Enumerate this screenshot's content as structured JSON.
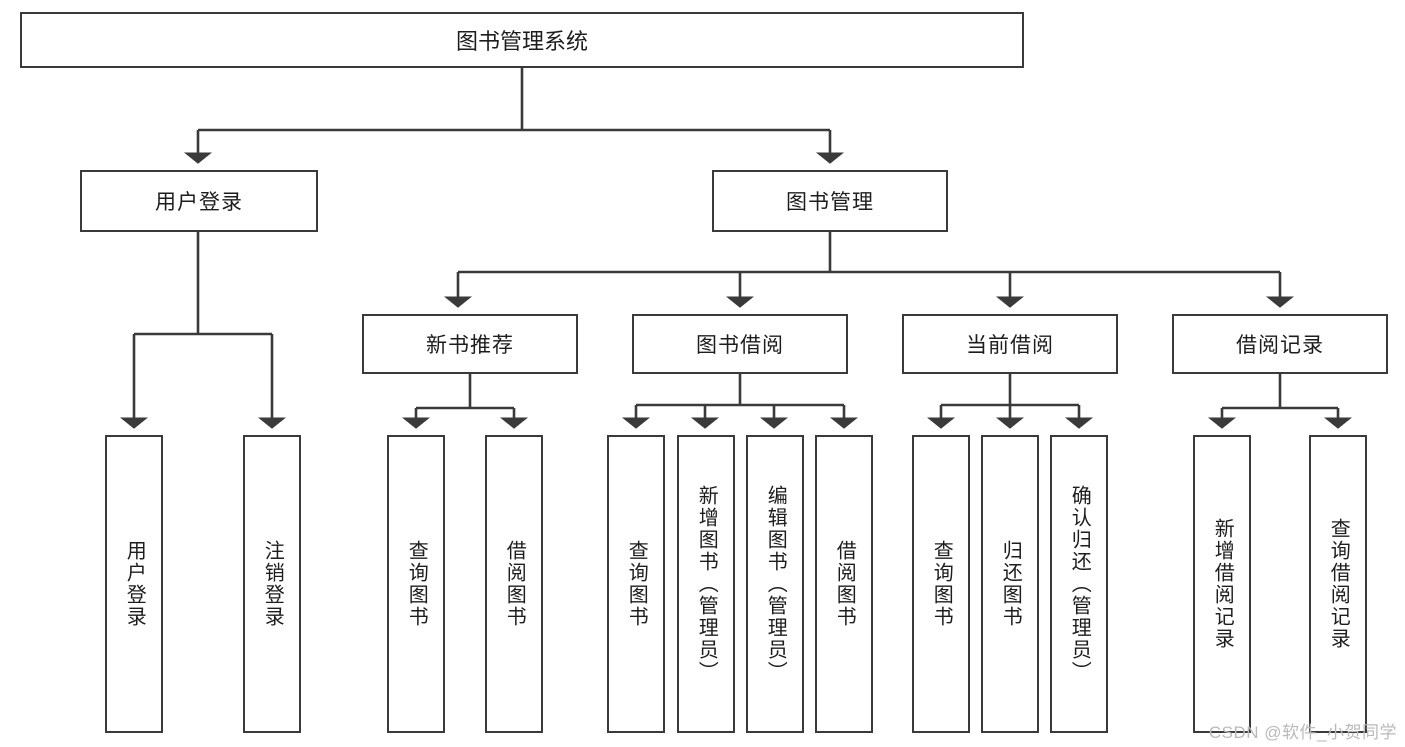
{
  "diagram": {
    "type": "tree-hierarchy",
    "title": "图书管理系统",
    "orientation": "top-down",
    "watermark": "CSDN @软件_小贺同学",
    "colors": {
      "node_border": "#3a3a3a",
      "node_fill": "#ffffff",
      "connector": "#3a3a3a",
      "text": "#1d1d1d",
      "watermark": "#b9b9b9",
      "background": "#ffffff"
    },
    "root": {
      "label": "图书管理系统"
    },
    "level2": [
      {
        "id": "user-login",
        "label": "用户登录"
      },
      {
        "id": "book-manage",
        "label": "图书管理"
      }
    ],
    "level3": [
      {
        "id": "new-book-rec",
        "label": "新书推荐",
        "parent": "book-manage"
      },
      {
        "id": "book-borrow",
        "label": "图书借阅",
        "parent": "book-manage"
      },
      {
        "id": "current-borrow",
        "label": "当前借阅",
        "parent": "book-manage"
      },
      {
        "id": "borrow-record",
        "label": "借阅记录",
        "parent": "book-manage"
      }
    ],
    "leaves": {
      "user-login": [
        {
          "id": "leaf-user-login",
          "label": "用户登录"
        },
        {
          "id": "leaf-user-logout",
          "label": "注销登录"
        }
      ],
      "new-book-rec": [
        {
          "id": "leaf-query-book-1",
          "label": "查询图书"
        },
        {
          "id": "leaf-borrow-book-1",
          "label": "借阅图书"
        }
      ],
      "book-borrow": [
        {
          "id": "leaf-query-book-2",
          "label": "查询图书"
        },
        {
          "id": "leaf-add-book",
          "label": "新增图书（管理员）"
        },
        {
          "id": "leaf-edit-book",
          "label": "编辑图书（管理员）"
        },
        {
          "id": "leaf-borrow-book-2",
          "label": "借阅图书"
        }
      ],
      "current-borrow": [
        {
          "id": "leaf-query-book-3",
          "label": "查询图书"
        },
        {
          "id": "leaf-return-book",
          "label": "归还图书"
        },
        {
          "id": "leaf-confirm-return",
          "label": "确认归还（管理员）"
        }
      ],
      "borrow-record": [
        {
          "id": "leaf-add-record",
          "label": "新增借阅记录"
        },
        {
          "id": "leaf-query-record",
          "label": "查询借阅记录"
        }
      ]
    }
  }
}
